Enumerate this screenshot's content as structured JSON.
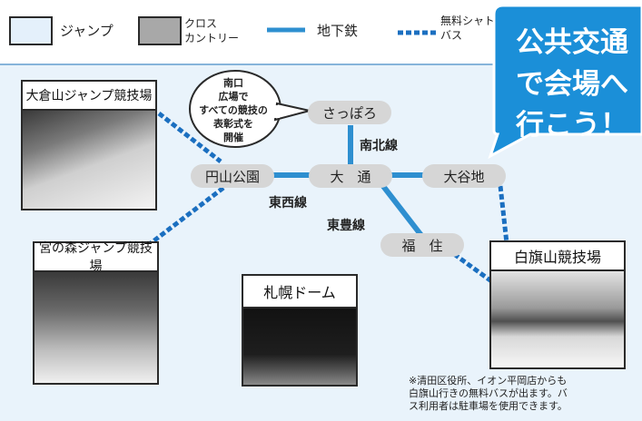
{
  "legend": {
    "jump": "ジャンプ",
    "cross_country_line1": "クロス",
    "cross_country_line2": "カントリー",
    "subway": "地下鉄",
    "shuttle_line1": "無料シャトル",
    "shuttle_line2": "バス"
  },
  "callout": {
    "line1": "公共交通",
    "line2": "で会場へ",
    "line3": "行こう！"
  },
  "speech_bubble": {
    "line1": "南口",
    "line2": "広場で",
    "line3": "すべての競技の",
    "line4": "表彰式を",
    "line5": "開催"
  },
  "stations": {
    "sapporo": "さっぽろ",
    "maruyama_koen": "円山公園",
    "odori": "大　通",
    "oyachi": "大谷地",
    "fukuzumi": "福　住"
  },
  "lines": {
    "nanboku": "南北線",
    "tozai": "東西線",
    "toho": "東豊線"
  },
  "venues": {
    "okurayama": "大倉山ジャンプ競技場",
    "miyanomori": "宮の森ジャンプ競技場",
    "sapporo_dome": "札幌ドーム",
    "shirahatayama": "白旗山競技場"
  },
  "note": {
    "line1": "※清田区役所、イオン平岡店からも",
    "line2": "白旗山行きの無料バスが出ます。バ",
    "line3": "ス利用者は駐車場を使用できます。"
  },
  "colors": {
    "subway_line": "#2e8fd0",
    "shuttle_line": "#1b6fc0",
    "callout_fill": "#1b8fd8",
    "background": "#e9f3fb",
    "station_fill": "#d6d6d6",
    "jump_swatch": "#e4f0fb",
    "cross_country_swatch": "#a8a8a8"
  }
}
